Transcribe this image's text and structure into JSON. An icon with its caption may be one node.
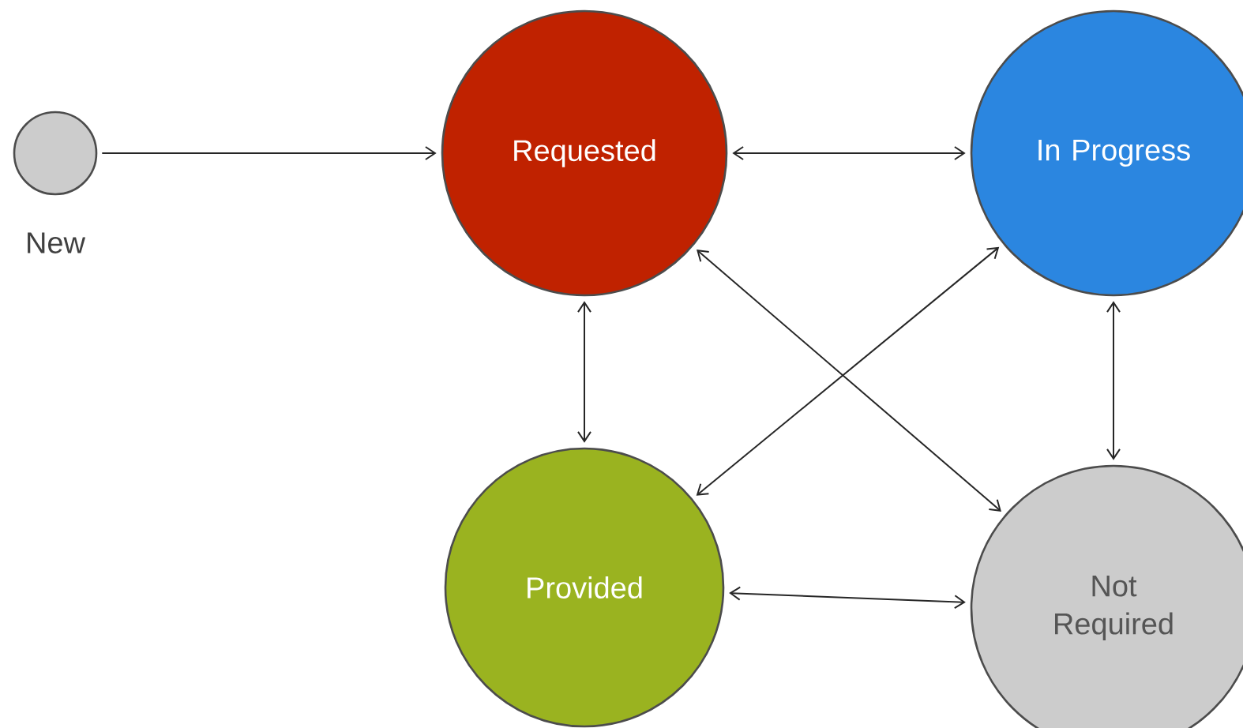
{
  "diagram": {
    "nodes": [
      {
        "text": [],
        "shape": "circle",
        "beside": [
          "New"
        ]
      },
      {
        "text": [
          "Requested"
        ]
      },
      {
        "text": [
          "In Progress"
        ]
      },
      {
        "text": [
          "Provided"
        ]
      },
      {
        "text": [
          "Not Required"
        ]
      }
    ],
    "edges": [
      {
        "from": 0,
        "to": 1,
        "arrow": "to"
      },
      {
        "from": 1,
        "to": 2,
        "arrow": "both"
      },
      {
        "from": 1,
        "to": 3,
        "arrow": "both"
      },
      {
        "from": 2,
        "to": 4,
        "arrow": "both"
      },
      {
        "from": 1,
        "to": 4,
        "arrow": "both"
      },
      {
        "from": 2,
        "to": 3,
        "arrow": "both"
      },
      {
        "from": 3,
        "to": 4,
        "arrow": "both"
      }
    ]
  }
}
